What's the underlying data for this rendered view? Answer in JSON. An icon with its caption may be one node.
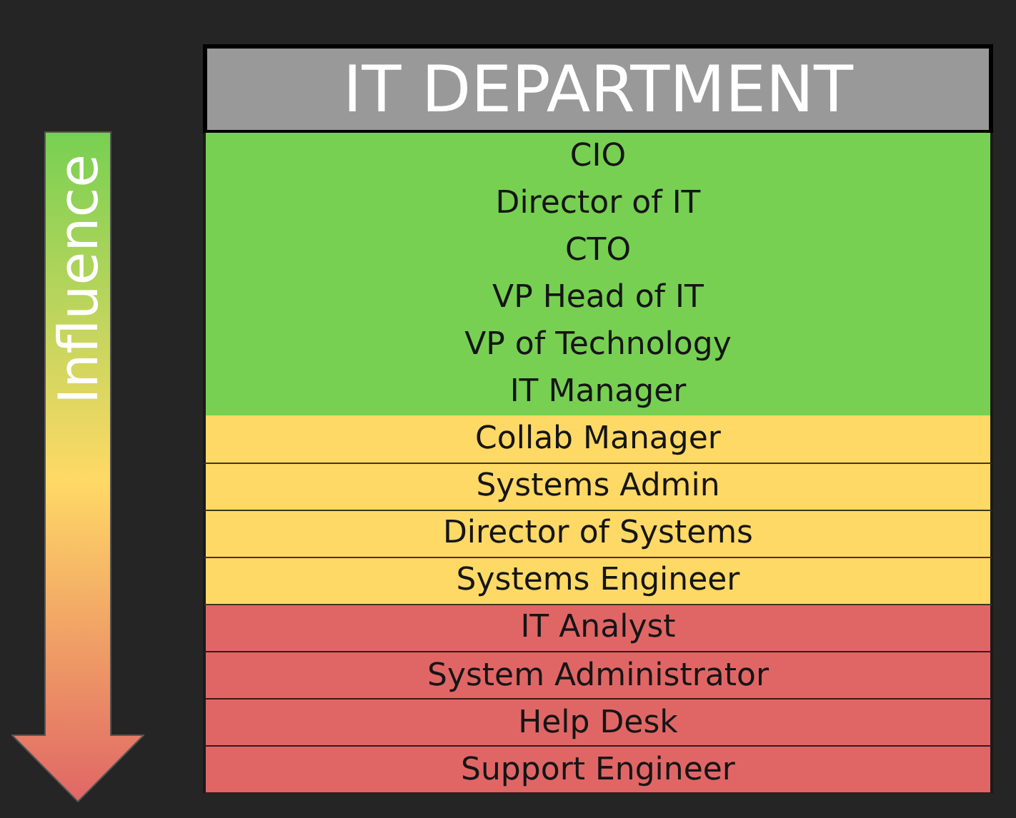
{
  "diagram": {
    "nodes": [
      {
        "text": [
          "IT DEPARTMENT"
        ]
      },
      {
        "text": [
          "CIO"
        ]
      },
      {
        "text": [
          "Director of IT"
        ]
      },
      {
        "text": [
          "CTO"
        ]
      },
      {
        "text": [
          "VP Head of IT"
        ]
      },
      {
        "text": [
          "VP of Technology"
        ]
      },
      {
        "text": [
          "IT Manager"
        ]
      },
      {
        "text": [
          "Collab Manager"
        ]
      },
      {
        "text": [
          "Systems Admin"
        ]
      },
      {
        "text": [
          "Director of Systems"
        ]
      },
      {
        "text": [
          "Systems Engineer"
        ]
      },
      {
        "text": [
          "IT Analyst"
        ]
      },
      {
        "text": [
          "System Administrator"
        ]
      },
      {
        "text": [
          "Help Desk"
        ]
      },
      {
        "text": [
          "Support Engineer"
        ]
      },
      {
        "text": [
          "Influence"
        ]
      }
    ]
  }
}
